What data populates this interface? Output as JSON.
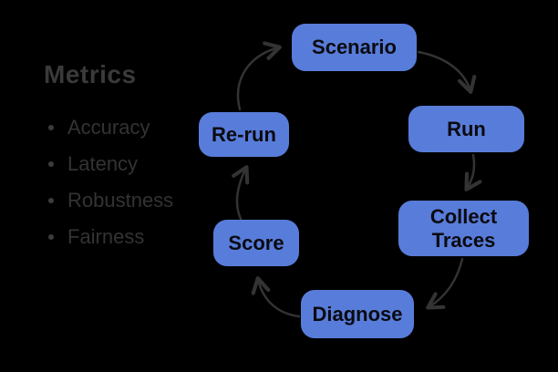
{
  "canvas": {
    "background": "#000000"
  },
  "sidebar": {
    "title": "Metrics",
    "items": [
      "Accuracy",
      "Latency",
      "Robustness",
      "Fairness"
    ]
  },
  "diagram": {
    "node_fill": "#587CD9",
    "node_text_color": "#0A0A10",
    "arrow_color": "#333333",
    "nodes": [
      {
        "id": "scenario",
        "label": "Scenario"
      },
      {
        "id": "run",
        "label": "Run"
      },
      {
        "id": "collect-traces",
        "label": "Collect Traces"
      },
      {
        "id": "diagnose",
        "label": "Diagnose"
      },
      {
        "id": "score",
        "label": "Score"
      },
      {
        "id": "re-run",
        "label": "Re-run"
      }
    ],
    "cycle_order": [
      "Scenario",
      "Run",
      "Collect Traces",
      "Diagnose",
      "Score",
      "Re-run",
      "Scenario"
    ]
  }
}
